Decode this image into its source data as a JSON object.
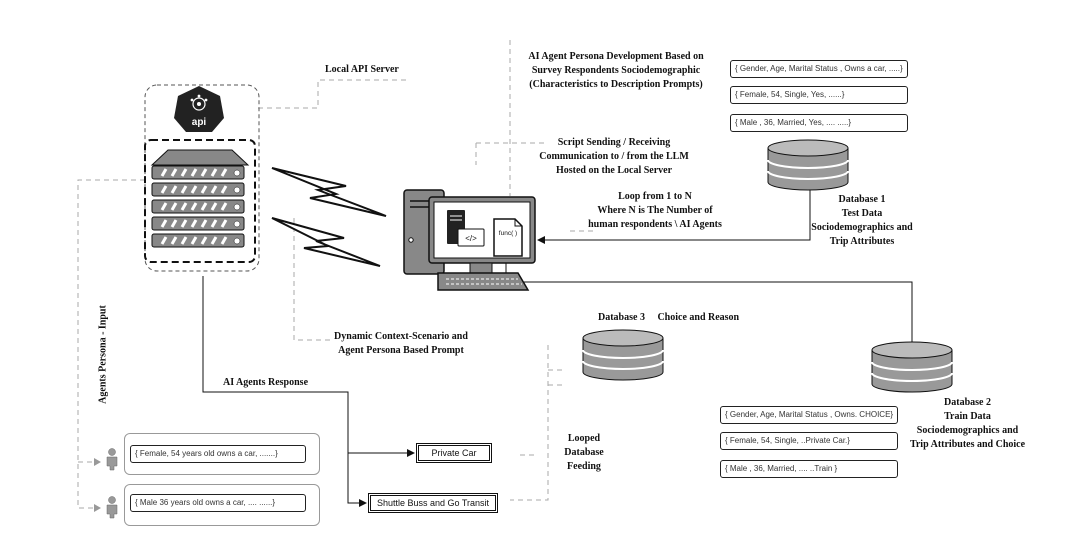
{
  "labels": {
    "local_api_server": "Local API Server",
    "persona_dev": [
      "AI Agent Persona Development Based on",
      "Survey Respondents Sociodemographic",
      "(Characteristics to Description Prompts)"
    ],
    "script_comm": [
      "Script Sending / Receiving",
      "Communication to / from the LLM",
      "Hosted on the Local Server"
    ],
    "loop": [
      "Loop from 1 to N",
      "Where N is The Number of",
      "human respondents \\ AI Agents"
    ],
    "db1": [
      "Database 1",
      "Test Data",
      "Sociodemographics and",
      "Trip Attributes"
    ],
    "dynamic_prompt": [
      "Dynamic Context-Scenario and",
      "Agent Persona  Based Prompt"
    ],
    "db3": "Database 3     Choice and Reason",
    "ai_response": "AI Agents Response",
    "db2": [
      "Database 2",
      "Train Data",
      "Sociodemographics and",
      "Trip Attributes and Choice"
    ],
    "looped_feeding": [
      "Looped",
      "Database",
      "Feeding"
    ],
    "agents_input": "Agents Persona - Input",
    "api_badge": "api",
    "func_badge": "func( )",
    "code_badge": "</>"
  },
  "db1_records": [
    "{ Gender, Age, Marital Status , Owns a car, .....}",
    "{ Female, 54,       Single,              Yes,        ......}",
    "{ Male , 36,       Married,              Yes,         .... .....}"
  ],
  "db2_records": [
    "{ Gender, Age, Marital Status , Owns. CHOICE}",
    "{ Female, 54,       Single,                 ..Private Car.}",
    "{ Male , 36,       Married,                 .... ..Train }"
  ],
  "agent_personas": [
    "{ Female, 54 years old owns a car,        .......}",
    "{ Male 36 years old owns a car, .... ......}"
  ],
  "choices": [
    "Private Car",
    "Shuttle Buss and Go Transit"
  ]
}
